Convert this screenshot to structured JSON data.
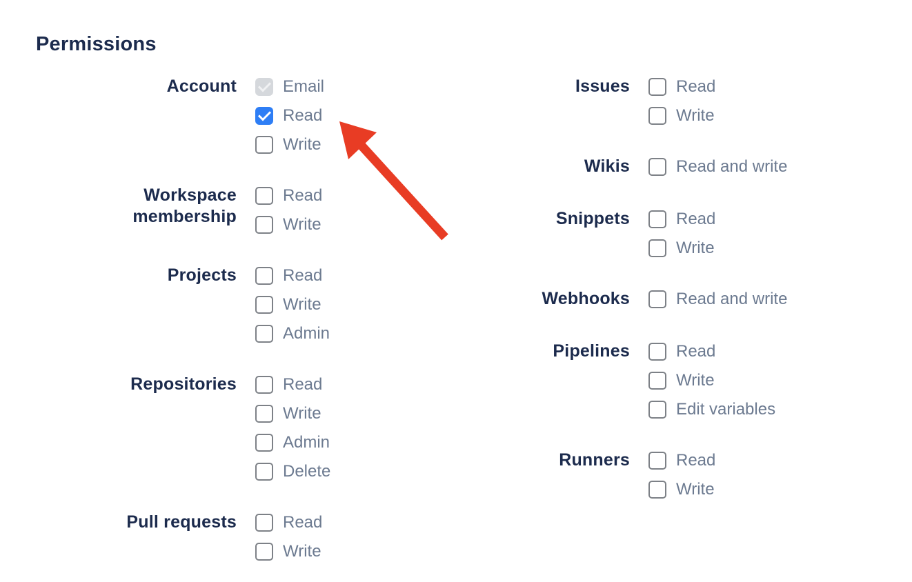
{
  "heading": {
    "title": "Permissions"
  },
  "colors": {
    "page_bg": "#ffffff",
    "heading_text": "#1c2b4d",
    "group_label_text": "#1c2b4d",
    "option_text": "#6c7a90",
    "checkbox_checked_bg": "#2e7ef5",
    "checkbox_disabled_bg": "#d5d8dc",
    "checkbox_disabled_check": "#f0f1f3",
    "checkbox_border": "#7d8187",
    "arrow_red": "#e83c24"
  },
  "permissions": {
    "columns": [
      {
        "groups": [
          {
            "label": "Account",
            "options": [
              {
                "label": "Email",
                "state": "disabled-checked"
              },
              {
                "label": "Read",
                "state": "checked"
              },
              {
                "label": "Write",
                "state": "unchecked"
              }
            ]
          },
          {
            "label": "Workspace membership",
            "options": [
              {
                "label": "Read",
                "state": "unchecked"
              },
              {
                "label": "Write",
                "state": "unchecked"
              }
            ]
          },
          {
            "label": "Projects",
            "options": [
              {
                "label": "Read",
                "state": "unchecked"
              },
              {
                "label": "Write",
                "state": "unchecked"
              },
              {
                "label": "Admin",
                "state": "unchecked"
              }
            ]
          },
          {
            "label": "Repositories",
            "options": [
              {
                "label": "Read",
                "state": "unchecked"
              },
              {
                "label": "Write",
                "state": "unchecked"
              },
              {
                "label": "Admin",
                "state": "unchecked"
              },
              {
                "label": "Delete",
                "state": "unchecked"
              }
            ]
          },
          {
            "label": "Pull requests",
            "options": [
              {
                "label": "Read",
                "state": "unchecked"
              },
              {
                "label": "Write",
                "state": "unchecked"
              }
            ]
          }
        ]
      },
      {
        "groups": [
          {
            "label": "Issues",
            "options": [
              {
                "label": "Read",
                "state": "unchecked"
              },
              {
                "label": "Write",
                "state": "unchecked"
              }
            ]
          },
          {
            "label": "Wikis",
            "options": [
              {
                "label": "Read and write",
                "state": "unchecked"
              }
            ]
          },
          {
            "label": "Snippets",
            "options": [
              {
                "label": "Read",
                "state": "unchecked"
              },
              {
                "label": "Write",
                "state": "unchecked"
              }
            ]
          },
          {
            "label": "Webhooks",
            "options": [
              {
                "label": "Read and write",
                "state": "unchecked"
              }
            ]
          },
          {
            "label": "Pipelines",
            "options": [
              {
                "label": "Read",
                "state": "unchecked"
              },
              {
                "label": "Write",
                "state": "unchecked"
              },
              {
                "label": "Edit variables",
                "state": "unchecked"
              }
            ]
          },
          {
            "label": "Runners",
            "options": [
              {
                "label": "Read",
                "state": "unchecked"
              },
              {
                "label": "Write",
                "state": "unchecked"
              }
            ]
          }
        ]
      }
    ]
  },
  "annotation_arrow": {
    "target_group": "Account",
    "target_option": "Read"
  }
}
